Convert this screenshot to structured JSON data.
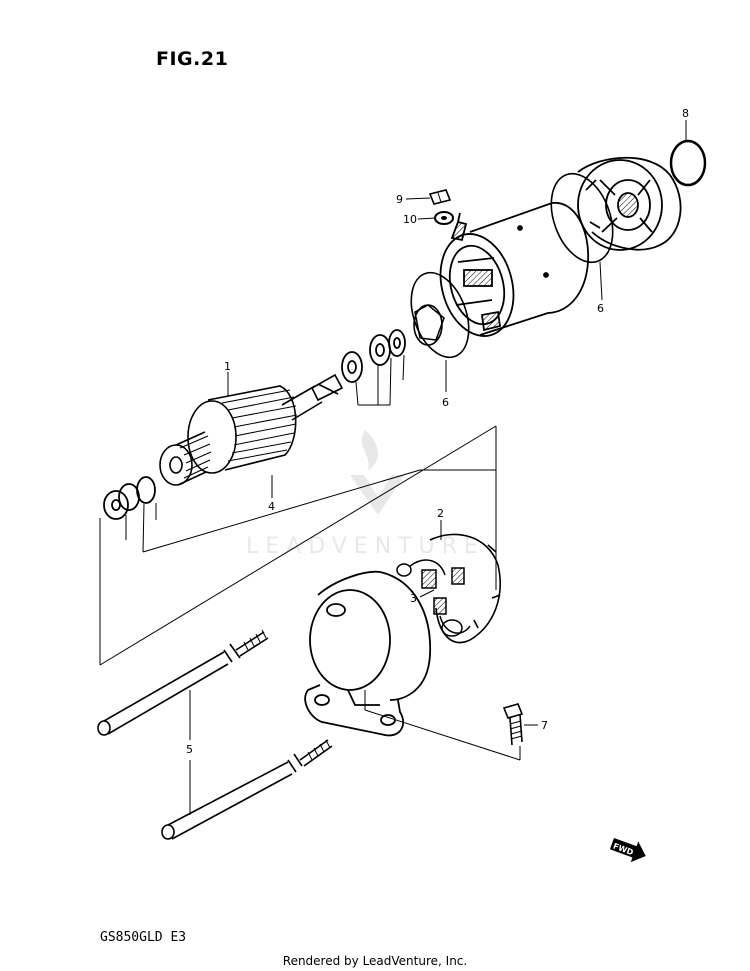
{
  "figure_title": "FIG.21",
  "model_code": "GS850GLD  E3",
  "footer_credit": "Rendered by LeadVenture, Inc.",
  "watermark_text": "LEADVENTURE",
  "fwd_label": "FWD",
  "callouts": {
    "c1": "1",
    "c2": "2",
    "c3": "3",
    "c4": "4",
    "c5": "5",
    "c6a": "6",
    "c6b": "6",
    "c7": "7",
    "c8": "8",
    "c9": "9",
    "c10": "10"
  }
}
